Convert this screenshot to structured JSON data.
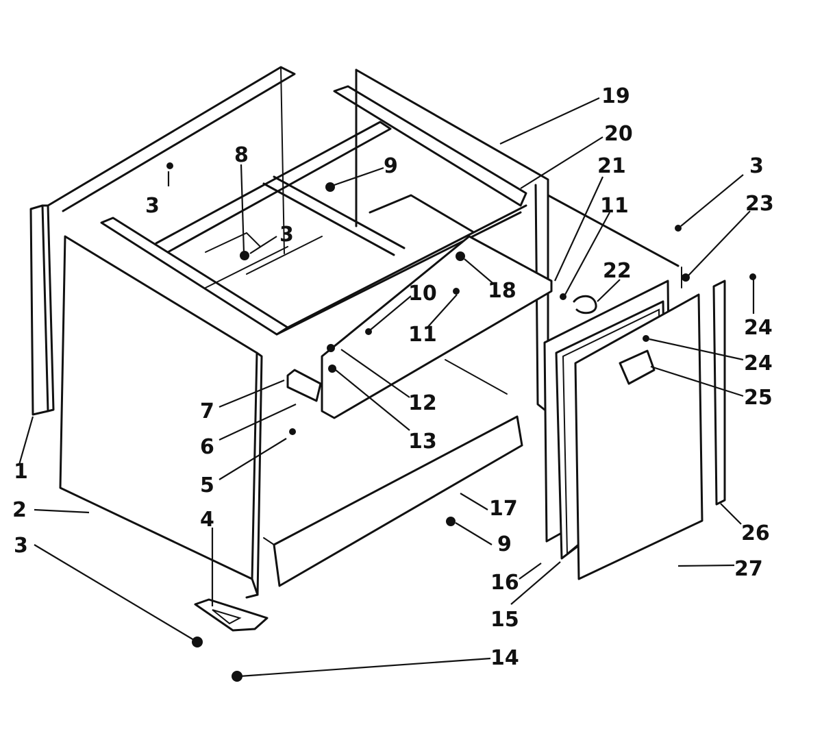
{
  "diagram": {
    "ink_color": "#111111",
    "background_color": "#ffffff",
    "callouts": {
      "c1": "1",
      "c2": "2",
      "c3a": "3",
      "c3b": "3",
      "c3c": "3",
      "c3d": "3",
      "c4": "4",
      "c5": "5",
      "c6": "6",
      "c7": "7",
      "c8": "8",
      "c9a": "9",
      "c9b": "9",
      "c10": "10",
      "c11a": "11",
      "c11b": "11",
      "c12": "12",
      "c13": "13",
      "c14": "14",
      "c15": "15",
      "c16": "16",
      "c17": "17",
      "c18": "18",
      "c19": "19",
      "c20": "20",
      "c21": "21",
      "c22": "22",
      "c23": "23",
      "c24a": "24",
      "c24b": "24",
      "c25": "25",
      "c26": "26",
      "c27": "27"
    }
  }
}
